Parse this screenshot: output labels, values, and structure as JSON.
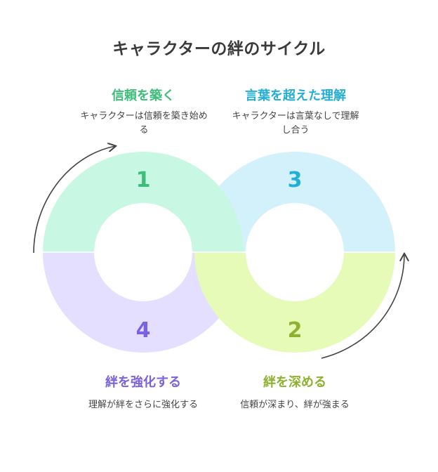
{
  "title": "キャラクターの絆のサイクル",
  "stages": [
    {
      "number": "1",
      "title": "信頼を築く",
      "description": "キャラクターは信頼を築き始める",
      "color": "#3dbf7a",
      "fill": "#c8f7e3"
    },
    {
      "number": "2",
      "title": "絆を深める",
      "description": "信頼が深まり、絆が強まる",
      "color": "#8db22f",
      "fill": "#e6fbb8"
    },
    {
      "number": "3",
      "title": "言葉を超えた理解",
      "description": "キャラクターは言葉なしで理解し合う",
      "color": "#23aed6",
      "fill": "#d3f1fb"
    },
    {
      "number": "4",
      "title": "絆を強化する",
      "description": "理解が絆をさらに強化する",
      "color": "#7b62e0",
      "fill": "#e4deff"
    }
  ]
}
